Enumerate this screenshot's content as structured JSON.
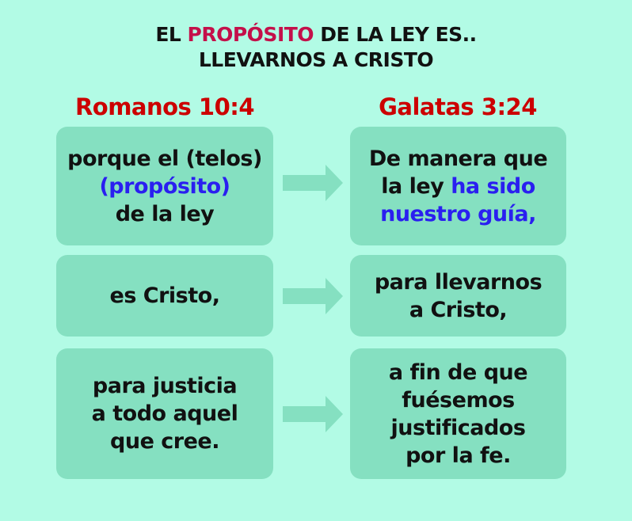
{
  "title": {
    "part1": "EL ",
    "highlight": "PROPÓSITO",
    "part2": " DE LA LEY ES..",
    "line2": "LLEVARNOS A CRISTO"
  },
  "columns": {
    "left": "Romanos 10:4",
    "right": "Galatas 3:24"
  },
  "rows": [
    {
      "left": {
        "l1": "porque el (telos)",
        "l2": "(propósito)",
        "l3": "de la ley"
      },
      "right": {
        "l1": "De manera que",
        "l2a": "la ley ",
        "l2b": "ha sido",
        "l3": "nuestro guía,"
      }
    },
    {
      "left": {
        "l1": "es Cristo,"
      },
      "right": {
        "l1": "para llevarnos",
        "l2": "a Cristo,"
      }
    },
    {
      "left": {
        "l1": "para justicia",
        "l2": "a todo aquel",
        "l3": "que cree."
      },
      "right": {
        "l1": "a fin de que",
        "l2": "fuésemos",
        "l3": "justificados",
        "l4": "por la fe."
      }
    }
  ],
  "colors": {
    "background": "#b2fbe5",
    "box": "#85e0c1",
    "heading": "#cc0000",
    "highlight": "#c4104a",
    "blue": "#2a1ff0"
  }
}
